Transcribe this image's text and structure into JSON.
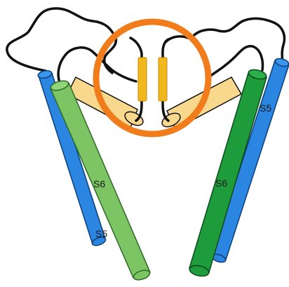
{
  "labels": {
    "left_s6": "S6",
    "left_s5": "S5",
    "right_s6": "S6",
    "right_s5": "S5"
  },
  "colors": {
    "s5_blue": "#2a86e0",
    "s6_light_green": "#7cc464",
    "s6_dark_green": "#1e9c3c",
    "pore_helix": "#f8d88c",
    "selectivity_filter": "#f0b81c",
    "selectivity_ring": "#f07c1c",
    "loop": "#111111"
  },
  "icons": {
    "selectivity_ring": "circle-ring-icon"
  }
}
